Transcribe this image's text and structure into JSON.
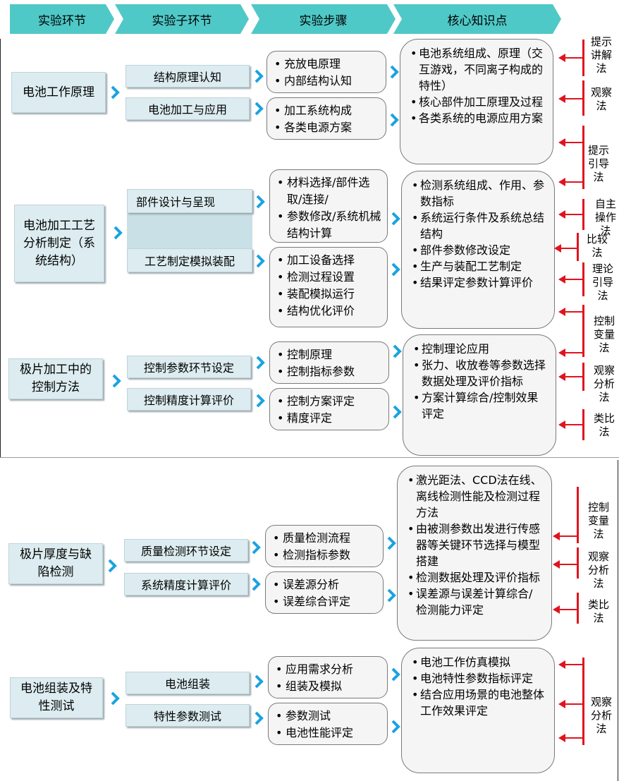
{
  "headers": [
    "实验环节",
    "实验子环节",
    "实验步骤",
    "核心知识点"
  ],
  "colors": {
    "header_fill": "#4fc9c7",
    "stage_fill": "#dcecf0",
    "chevron": "#19a3e0",
    "method_bar": "#e0141e"
  },
  "rows": [
    {
      "stage": "电池工作原理",
      "subs": [
        "结构原理认知",
        "电池加工与应用"
      ],
      "steps": [
        [
          "充放电原理",
          "内部结构认知"
        ],
        [
          "加工系统构成",
          "各类电源方案"
        ]
      ],
      "core": [
        "电池系统组成、原理（交互游戏，不同离子构成的特性）",
        "核心部件加工原理及过程",
        "各类系统的电源应用方案"
      ]
    },
    {
      "stage": "电池加工工艺分析制定（系统结构）",
      "subs": [
        "部件设计与呈现",
        "工艺制定模拟装配"
      ],
      "steps": [
        [
          "材料选择/部件选取/连接/",
          "参数修改/系统机械结构计算"
        ],
        [
          "加工设备选择",
          "检测过程设置",
          "装配模拟运行",
          "结构优化评价"
        ]
      ],
      "core": [
        "检测系统组成、作用、参数指标",
        "系统运行条件及系统总结结构",
        "部件参数修改设定",
        "生产与装配工艺制定",
        "结果评定参数计算评价"
      ]
    },
    {
      "stage": "极片加工中的控制方法",
      "subs": [
        "控制参数环节设定",
        "控制精度计算评价"
      ],
      "steps": [
        [
          "控制原理",
          "控制指标参数"
        ],
        [
          "控制方案评定",
          "精度评定"
        ]
      ],
      "core": [
        "控制理论应用",
        "张力、收放卷等参数选择数据处理及评价指标",
        "方案计算综合/控制效果评定"
      ]
    },
    {
      "stage": "极片厚度与缺陷检测",
      "subs": [
        "质量检测环节设定",
        "系统精度计算评价"
      ],
      "steps": [
        [
          "质量检测流程",
          "检测指标参数"
        ],
        [
          "误差源分析",
          "误差综合评定"
        ]
      ],
      "core": [
        "激光距法、CCD法在线、离线检测性能及检测过程方法",
        "由被测参数出发进行传感器等关键环节选择与模型搭建",
        "检测数据处理及评价指标",
        "误差源与误差计算综合/检测能力评定"
      ]
    },
    {
      "stage": "电池组装及特性测试",
      "subs": [
        "电池组装",
        "特性参数测试"
      ],
      "steps": [
        [
          "应用需求分析",
          "组装及模拟"
        ],
        [
          "参数测试",
          "电池性能评定"
        ]
      ],
      "core": [
        "电池工作仿真模拟",
        "电池特性参数指标评定",
        "结合应用场景的电池整体工作效果评定"
      ]
    }
  ],
  "methods": [
    "提示讲解法",
    "观察法",
    "提示引导法",
    "自主操作法",
    "比较法",
    "理论引导法",
    "控制变量法",
    "观察分析法",
    "类比法",
    "控制变量法",
    "观察分析法",
    "类比法",
    "观察分析法"
  ]
}
